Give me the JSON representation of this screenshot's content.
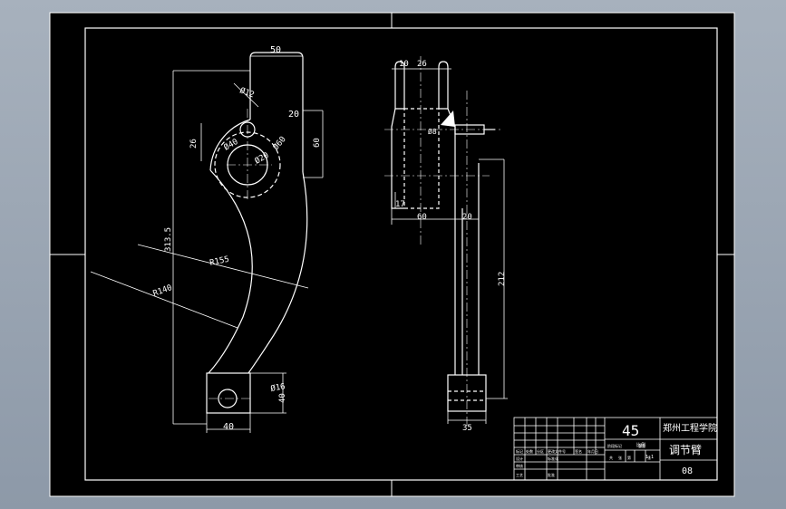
{
  "drawing": {
    "dimensions": {
      "top_width": "50",
      "hole_dia_small": "Ø12",
      "dim_20_top": "20",
      "dim_60_right": "60",
      "dim_26": "26",
      "hole_dia_mid": "Ø40",
      "hole_dia_inner": "Ø20",
      "hole_dia_outer": "Ø60",
      "height_total": "313.5",
      "radius_outer": "R155",
      "radius_inner": "R140",
      "hole_dia_bottom": "Ø16",
      "dim_40_side": "40",
      "dim_40_bottom": "40",
      "side_10": "10",
      "side_26": "26",
      "side_phi": "Ø8",
      "side_17": "17",
      "side_60": "60",
      "side_20": "20",
      "side_212": "212",
      "side_35": "35"
    },
    "title_block": {
      "material": "45",
      "school": "郑州工程学院",
      "part_name": "调节臂",
      "drawing_no": "08",
      "scale_label": "比例",
      "scale_value": "1:1",
      "small_cells": [
        "标记",
        "处数",
        "分区",
        "更改文件号",
        "签名",
        "年月日",
        "设计",
        "标准化",
        "阶段标记",
        "重量",
        "审核",
        "工艺",
        "批准",
        "共",
        "张",
        "第",
        "张"
      ]
    }
  },
  "colors": {
    "background": "#000000",
    "lines": "#ffffff",
    "viewport": "#9aa4b1"
  }
}
